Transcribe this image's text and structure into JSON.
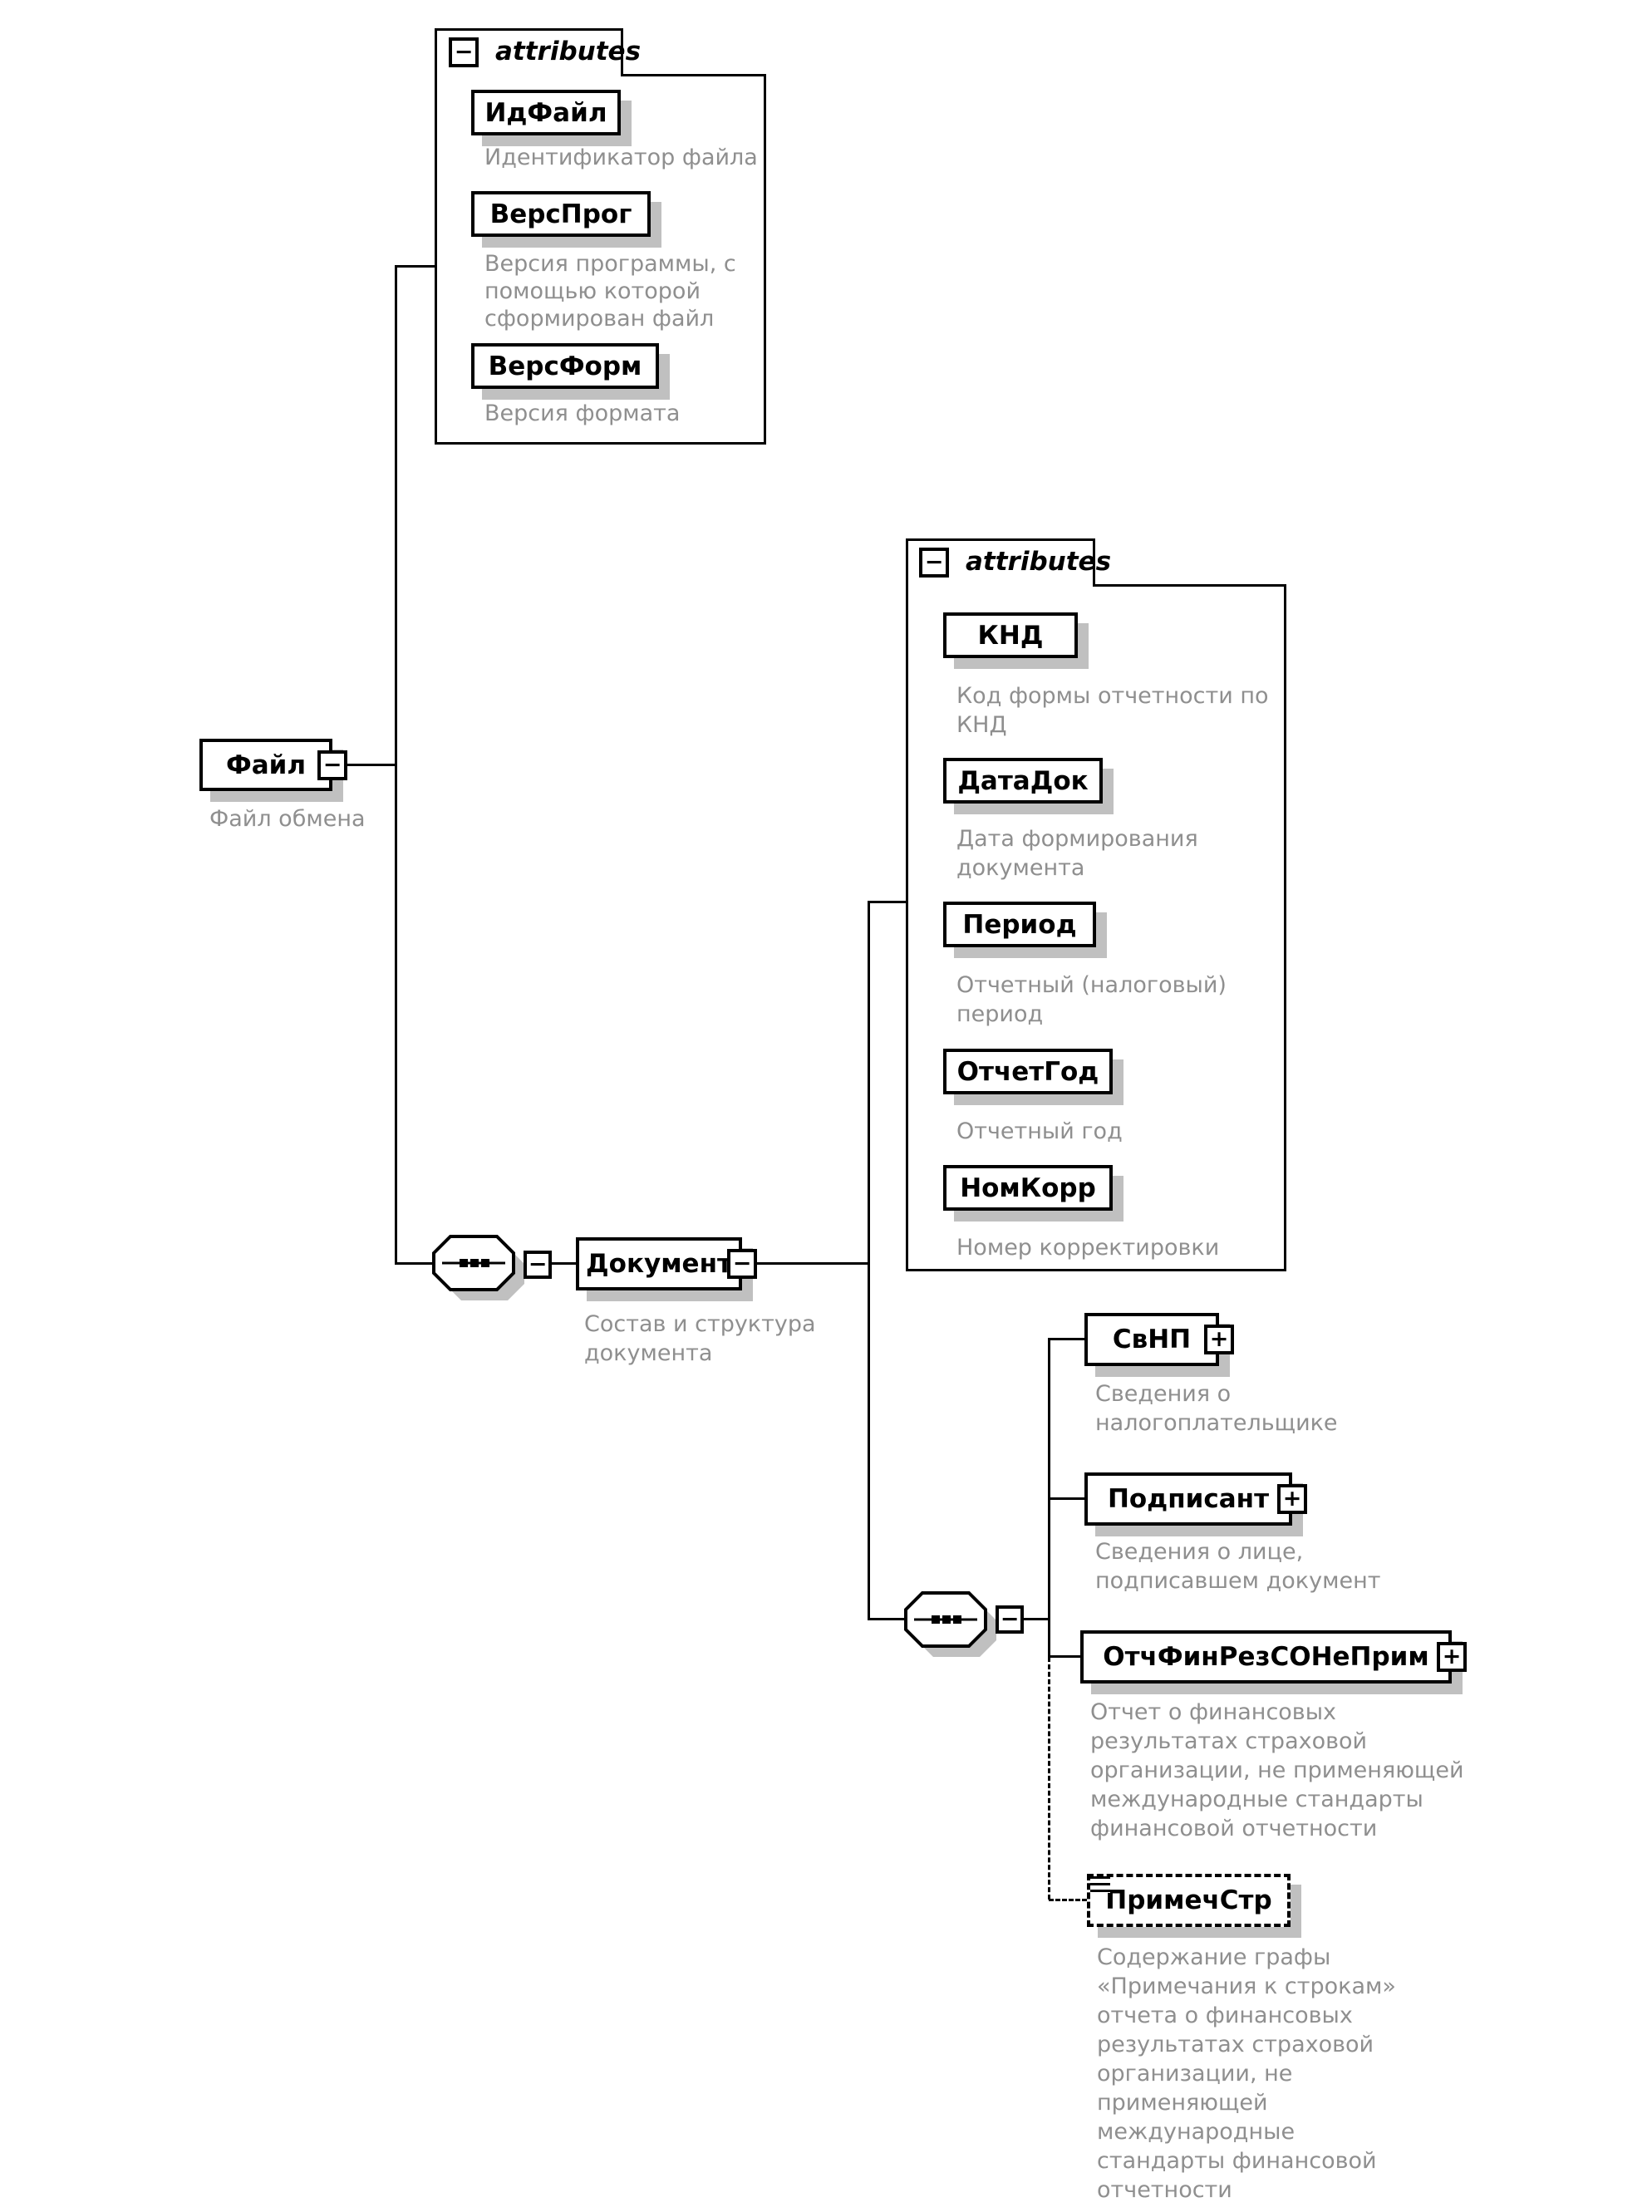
{
  "diagram": {
    "attributes_label": "attributes",
    "collapse_glyph": "−",
    "expand_glyph": "+",
    "root": {
      "name": "Файл",
      "desc": "Файл обмена"
    },
    "file_attributes": [
      {
        "name": "ИдФайл",
        "desc": "Идентификатор файла"
      },
      {
        "name": "ВерсПрог",
        "desc": "Версия программы, с\nпомощью которой\nсформирован файл"
      },
      {
        "name": "ВерсФорм",
        "desc": "Версия формата"
      }
    ],
    "document": {
      "name": "Документ",
      "desc": "Состав и структура\nдокумента"
    },
    "document_attributes": [
      {
        "name": "КНД",
        "desc": "Код формы отчетности по\nКНД"
      },
      {
        "name": "ДатаДок",
        "desc": "Дата формирования\nдокумента"
      },
      {
        "name": "Период",
        "desc": "Отчетный (налоговый)\nпериод"
      },
      {
        "name": "ОтчетГод",
        "desc": "Отчетный год"
      },
      {
        "name": "НомКорр",
        "desc": "Номер корректировки"
      }
    ],
    "document_children": [
      {
        "name": "СвНП",
        "desc": "Сведения о\nналогоплательщике"
      },
      {
        "name": "Подписант",
        "desc": "Сведения о лице,\nподписавшем документ"
      },
      {
        "name": "ОтчФинРезСОНеПрим",
        "desc": "Отчет о финансовых\nрезультатах страховой\nорганизации, не  применяющей\nмеждународные стандарты\nфинансовой отчетности"
      },
      {
        "name": "ПримечСтр",
        "desc": "Содержание графы\n«Примечания к строкам»\nотчета о финансовых\nрезультатах страховой\nорганизации, не\nприменяющей\nмеждународные\nстандарты финансовой\nотчетности"
      }
    ],
    "colors": {
      "line": "#000000",
      "shadow": "#c0c0c0",
      "desc_text": "#8f8f8f"
    }
  }
}
